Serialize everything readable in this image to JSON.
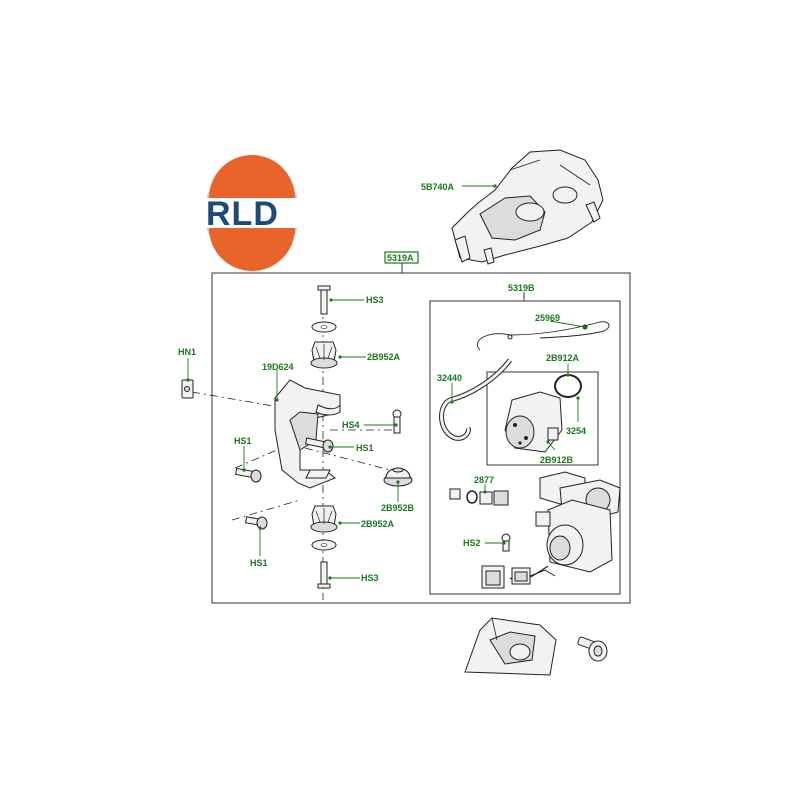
{
  "logo": {
    "text": "RLD",
    "colors": {
      "orange": "#e8642a",
      "navy": "#1d4a78",
      "ring": "#c8c8c8"
    }
  },
  "colors": {
    "label": "#1a7a1a",
    "line": "#222222"
  },
  "labels": {
    "5B740A": "5B740A",
    "5319A": "5319A",
    "5319B": "5319B",
    "HN1": "HN1",
    "19D624": "19D624",
    "HS3_top": "HS3",
    "HS3_bottom": "HS3",
    "2B952A_top": "2B952A",
    "2B952A_bottom": "2B952A",
    "HS4": "HS4",
    "HS1_a": "HS1",
    "HS1_b": "HS1",
    "HS1_c": "HS1",
    "2B952B": "2B952B",
    "25969": "25969",
    "2B912A": "2B912A",
    "32440": "32440",
    "3254": "3254",
    "2B912B": "2B912B",
    "2877": "2877",
    "HS2": "HS2"
  }
}
